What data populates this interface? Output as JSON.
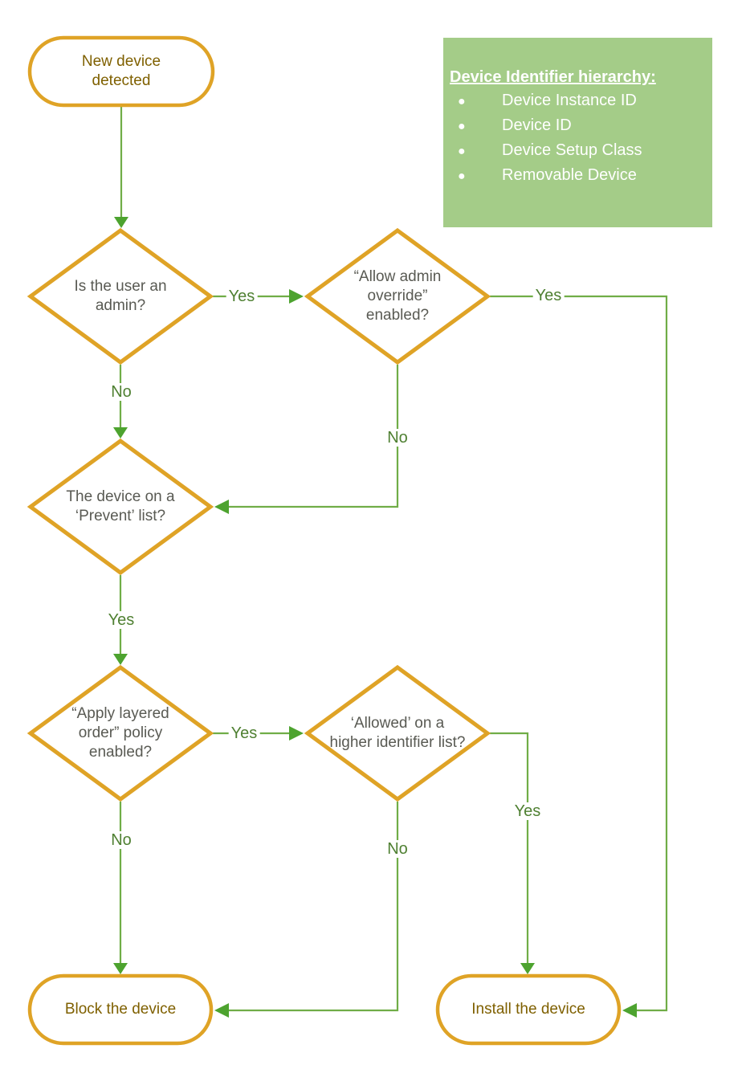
{
  "colors": {
    "shape_border": "#DFA326",
    "connector_line": "#70AD47",
    "arrowhead": "#4DA32F",
    "edge_label_text": "#4F8032",
    "diamond_text": "#595A53",
    "terminal_text": "#7F6000",
    "legend_background": "#A4CC88",
    "legend_text": "#FFFFFF"
  },
  "flowchart": {
    "start": "New device detected",
    "decisions": {
      "admin": "Is the user an admin?",
      "override": "“Allow admin override” enabled?",
      "prevent": "The device on a ‘Prevent’ list?",
      "layered": "“Apply layered order” policy enabled?",
      "allowed": "‘Allowed’ on a higher identifier list?"
    },
    "terminals": {
      "block": "Block the device",
      "install": "Install the device"
    },
    "edge_labels": {
      "admin_yes": "Yes",
      "admin_no": "No",
      "override_yes": "Yes",
      "override_no": "No",
      "prevent_yes": "Yes",
      "layered_yes": "Yes",
      "layered_no": "No",
      "allowed_yes": "Yes",
      "allowed_no": "No"
    }
  },
  "legend": {
    "title": "Device Identifier hierarchy:",
    "items": [
      "Device Instance ID",
      "Device ID",
      "Device Setup Class",
      "Removable Device"
    ]
  }
}
